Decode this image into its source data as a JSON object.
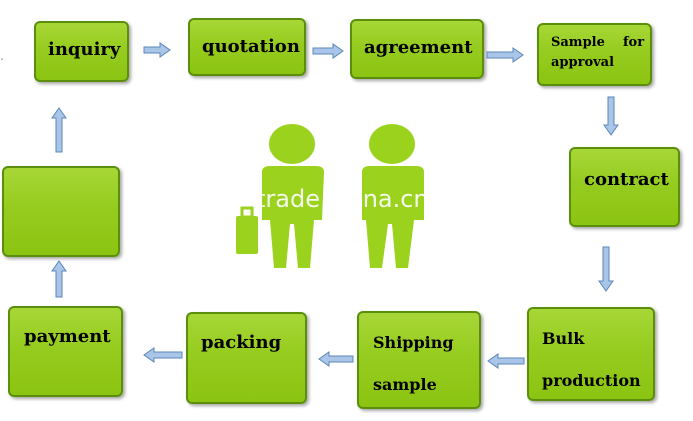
{
  "steps": {
    "inquiry": "inquiry",
    "quotation": "quotation",
    "agreement": "agreement",
    "sample_approval_line1": "Sample    for",
    "sample_approval_line2": "approval",
    "contract": "contract",
    "bulk_line1": "Bulk",
    "bulk_line2": "production",
    "shipping_line1": "Shipping",
    "shipping_line2": "sample",
    "packing": "packing",
    "payment": "payment",
    "blank": ""
  },
  "watermark": "trade.china.cn",
  "stray_mark": "ˇ",
  "colors": {
    "box_fill": "#96cc1f",
    "box_border": "#5b8e0c",
    "arrow_fill": "#a9c6e8",
    "arrow_stroke": "#5b86b8",
    "figure": "#9ad21e"
  },
  "icons": [
    "arrow-right-icon",
    "arrow-down-icon",
    "arrow-left-icon",
    "arrow-up-icon",
    "business-people-icon"
  ]
}
